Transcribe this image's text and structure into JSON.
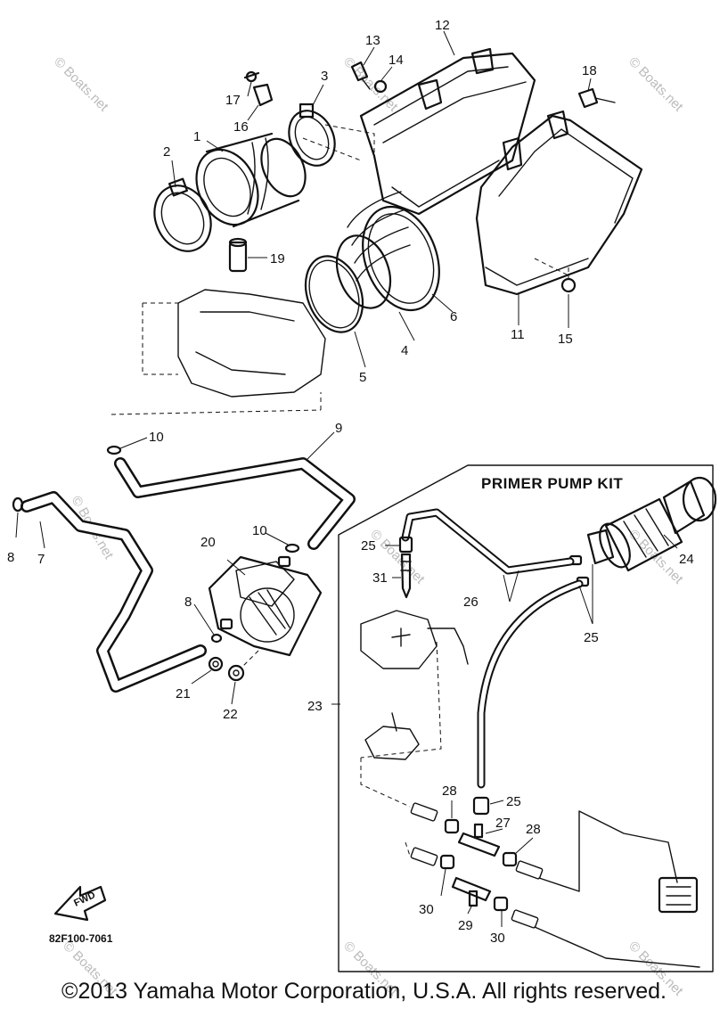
{
  "kit_title": "PRIMER PUMP KIT",
  "drawing_code": "82F100-7061",
  "fwd_label": "FWD",
  "watermark": "© Boats.net",
  "copyright": "©2013 Yamaha Motor Corporation, U.S.A. All rights reserved.",
  "callouts": {
    "c1": "1",
    "c2": "2",
    "c3": "3",
    "c4": "4",
    "c5": "5",
    "c6": "6",
    "c7": "7",
    "c8a": "8",
    "c8b": "8",
    "c9": "9",
    "c10a": "10",
    "c10b": "10",
    "c11": "11",
    "c12": "12",
    "c13": "13",
    "c14": "14",
    "c15": "15",
    "c16": "16",
    "c17": "17",
    "c18": "18",
    "c19": "19",
    "c20": "20",
    "c21": "21",
    "c22": "22",
    "c23": "23",
    "c24": "24",
    "c25a": "25",
    "c25b": "25",
    "c25c": "25",
    "c26": "26",
    "c27": "27",
    "c28a": "28",
    "c28b": "28",
    "c29": "29",
    "c30a": "30",
    "c30b": "30",
    "c31": "31"
  }
}
